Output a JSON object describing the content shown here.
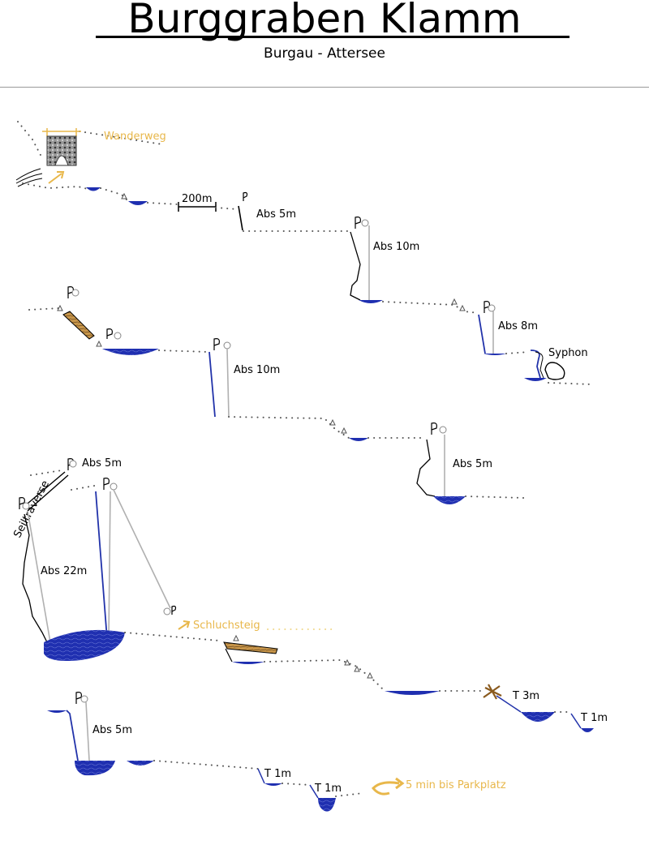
{
  "title": "Burggraben Klamm",
  "subtitle": "Burgau - Attersee",
  "colors": {
    "pool": "#1f2fb0",
    "rope": "#2233aa",
    "trail": "#e8b74a",
    "log": "#c8964a"
  },
  "labels": {
    "wanderweg": "Wanderweg",
    "scale": "200m",
    "abs5_a": "Abs 5m",
    "abs10_a": "Abs 10m",
    "abs8": "Abs 8m",
    "syphon": "Syphon",
    "abs10_b": "Abs 10m",
    "abs5_b": "Abs 5m",
    "abs5_c": "Abs 5m",
    "seiltraverse": "Seiltraverse",
    "abs22": "Abs 22m",
    "schluchsteig": "Schluchsteig",
    "t3": "T 3m",
    "t1_a": "T 1m",
    "abs5_d": "Abs 5m",
    "t1_b": "T 1m",
    "t1_c": "T 1m",
    "parkplatz": "5 min bis Parkplatz"
  }
}
